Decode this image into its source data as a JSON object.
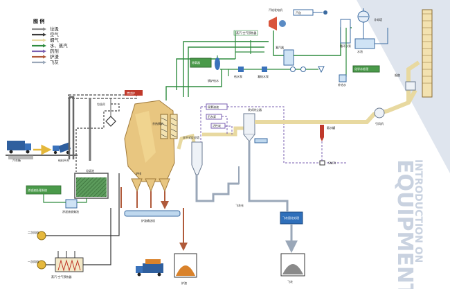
{
  "legend": {
    "title": "图 例",
    "items": [
      {
        "label": "垃圾",
        "color": "#8a8a8a"
      },
      {
        "label": "空气",
        "color": "#3a3a3a"
      },
      {
        "label": "烟气",
        "color": "#e8d9a0"
      },
      {
        "label": "水、蒸汽",
        "color": "#2e8b3e"
      },
      {
        "label": "药剂",
        "color": "#7a5fb0"
      },
      {
        "label": "炉渣",
        "color": "#b05a3a"
      },
      {
        "label": "飞灰",
        "color": "#9aa7b8"
      }
    ]
  },
  "labels": {
    "truck": "汽车衡",
    "crane": "垃圾吊",
    "pit": "垃圾池",
    "feeder": "给料平台",
    "leachate": "渗滤液处理系统",
    "leachate_pump": "渗滤液收集池",
    "fan2": "二次风机",
    "fan1": "一次风机",
    "preheater": "蒸汽-空气预热器",
    "furnace": "焚烧炉",
    "boiler": "余热锅炉",
    "grate": "炉排",
    "slag_conveyor": "炉渣输送机",
    "slag": "炉渣",
    "turbine": "汽轮发电机",
    "steam_drum": "汽包",
    "condenser": "凝汽器",
    "deaerator": "除氧器",
    "feedwater_pump": "给水泵",
    "condensate_pump": "凝结水泵",
    "cooling_tower": "冷却塔",
    "water_treat": "化学水处理",
    "spray_tower": "半干式反应塔",
    "lime": "石灰浆",
    "carbon": "活性炭",
    "baghouse": "袋式除尘器",
    "ash_silo": "飞灰仓",
    "ash_stab": "飞灰固化处理",
    "flyash": "飞灰",
    "id_fan": "引风机",
    "chimney": "烟囱",
    "boiler_water": "锅炉给水",
    "steam_air": "蒸汽-空气预热器",
    "urea": "尿素溶液",
    "sncr": "SNCR",
    "ammonia": "氨水罐",
    "makeup": "补给水",
    "cooling_pump": "循环水泵",
    "water_pool": "水池"
  },
  "watermark": {
    "line1": "INTRODUCTION ON",
    "line2": "EQUIPMENT"
  }
}
